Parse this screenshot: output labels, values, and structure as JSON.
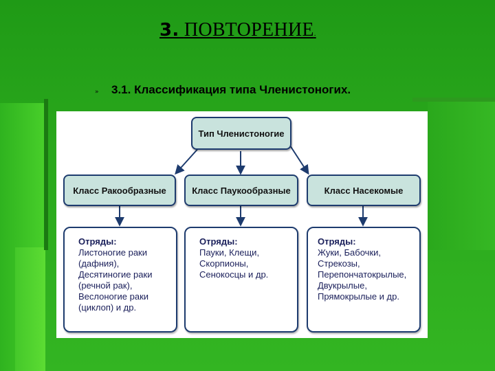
{
  "slide": {
    "title_num": "3.",
    "title_text": "ПОВТОРЕНИЕ",
    "title_dot": ".",
    "bullet_marker": "»",
    "subtitle": "3.1. Классификация типа Членистоногих."
  },
  "diagram": {
    "root": "Тип Членистоногие",
    "classes": [
      "Класс Ракообразные",
      "Класс Паукообразные",
      "Класс Насекомые"
    ],
    "orders": [
      {
        "head": "Отряды:",
        "lines": [
          "Листоногие раки",
          "(дафния),",
          "Десятиногие раки",
          "(речной рак),",
          "Веслоногие раки",
          "(циклоп) и др."
        ]
      },
      {
        "head": "Отряды:",
        "lines": [
          "Пауки, Клещи,",
          "Скорпионы,",
          "Сенокосцы и др."
        ]
      },
      {
        "head": "Отряды:",
        "lines": [
          "Жуки, Бабочки,",
          "Стрекозы,",
          "Перепончатокрылые,",
          "Двукрылые,",
          "Прямокрылые и др."
        ]
      }
    ]
  },
  "colors": {
    "background": "#2aa81c",
    "box_fill": "#c9e3dd",
    "box_border": "#1d3b6e",
    "order_text": "#1a1f5a"
  }
}
